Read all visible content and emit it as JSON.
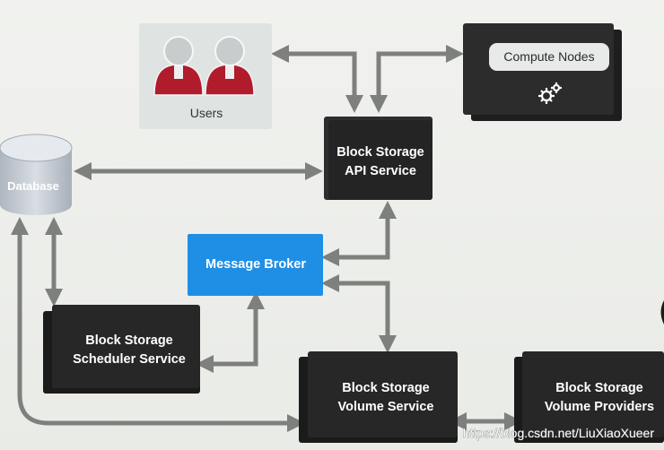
{
  "nodes": {
    "users": {
      "label": "Users"
    },
    "compute_nodes": {
      "label": "Compute Nodes",
      "icon": "gears-icon"
    },
    "api_service": {
      "line1": "Block Storage",
      "line2": "API Service"
    },
    "database": {
      "label": "Database"
    },
    "message_broker": {
      "label": "Message Broker"
    },
    "scheduler_service": {
      "line1": "Block Storage",
      "line2": "Scheduler Service"
    },
    "volume_service": {
      "line1": "Block Storage",
      "line2": "Volume Service"
    },
    "volume_providers": {
      "line1": "Block Storage",
      "line2": "Volume Providers"
    }
  },
  "watermark": "https://blog.csdn.net/LiuXiaoXueer",
  "colors": {
    "dark_box": "#262726",
    "broker_blue": "#1f8fe6",
    "user_red": "#b01c2c",
    "arrow_gray": "#7d807d"
  }
}
